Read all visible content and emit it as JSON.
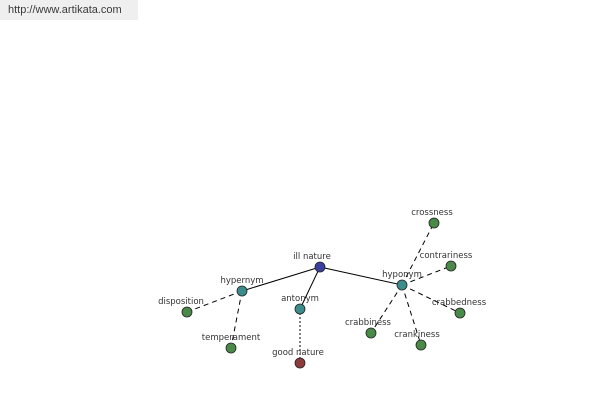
{
  "header": {
    "url_text": "http://www.artikata.com"
  },
  "graph": {
    "colors": {
      "root": "#3b3f9e",
      "relation": "#3d8c8c",
      "term": "#4a8a48",
      "antonym_term": "#8e3b3b",
      "edge": "#000000",
      "node_stroke": "#222222"
    },
    "nodes": {
      "ill_nature": {
        "label": "ill nature",
        "kind": "root"
      },
      "hypernym": {
        "label": "hypernym",
        "kind": "relation"
      },
      "antonym": {
        "label": "antonym",
        "kind": "relation"
      },
      "hyponym": {
        "label": "hyponym",
        "kind": "relation"
      },
      "disposition": {
        "label": "disposition",
        "kind": "term"
      },
      "temperament": {
        "label": "temperament",
        "kind": "term"
      },
      "good_nature": {
        "label": "good nature",
        "kind": "antonym_term"
      },
      "crossness": {
        "label": "crossness",
        "kind": "term"
      },
      "contrariness": {
        "label": "contrariness",
        "kind": "term"
      },
      "crabbedness": {
        "label": "crabbedness",
        "kind": "term"
      },
      "crankiness": {
        "label": "crankiness",
        "kind": "term"
      },
      "crabbiness": {
        "label": "crabbiness",
        "kind": "term"
      }
    },
    "edges": [
      {
        "from": "ill_nature",
        "to": "hypernym",
        "style": "solid"
      },
      {
        "from": "ill_nature",
        "to": "antonym",
        "style": "solid"
      },
      {
        "from": "ill_nature",
        "to": "hyponym",
        "style": "solid"
      },
      {
        "from": "hypernym",
        "to": "disposition",
        "style": "dashed"
      },
      {
        "from": "hypernym",
        "to": "temperament",
        "style": "dashed"
      },
      {
        "from": "antonym",
        "to": "good_nature",
        "style": "dotted"
      },
      {
        "from": "hyponym",
        "to": "crossness",
        "style": "dashed"
      },
      {
        "from": "hyponym",
        "to": "contrariness",
        "style": "dashed"
      },
      {
        "from": "hyponym",
        "to": "crabbedness",
        "style": "dashed"
      },
      {
        "from": "hyponym",
        "to": "crankiness",
        "style": "dashed"
      },
      {
        "from": "hyponym",
        "to": "crabbiness",
        "style": "dashed"
      }
    ]
  }
}
